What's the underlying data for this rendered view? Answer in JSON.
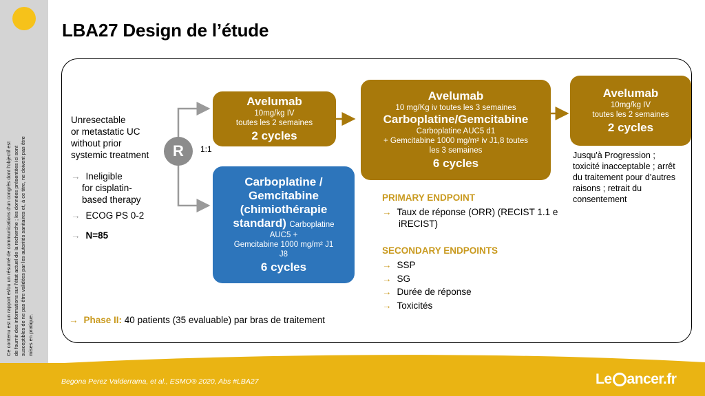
{
  "slide": {
    "title": "LBA27 Design de l’étude",
    "disclaimer": "Ce contenu est un rapport et/ou un résumé de communications d'un congrès dont l'objectif est de fournir des informations sur l'état actuel de la recherche ; les données présentées ici sont susceptibles de ne pas être validées par les autorités sanitaires et, à ce titre, ne doivent pas être mises en pratique."
  },
  "population": {
    "l1": "Unresectable",
    "l2": "or metastatic UC",
    "l3": "without prior",
    "l4": "systemic treatment",
    "ineligible_1": "Ineligible",
    "ineligible_2": "for cisplatin-",
    "ineligible_3": "based therapy",
    "ecog": "ECOG PS 0-2",
    "n": "N=85"
  },
  "randomization": {
    "label": "R",
    "ratio": "1:1"
  },
  "arm_a": {
    "title": "Avelumab",
    "dose": "10mg/kg IV",
    "schedule": "toutes les 2 semaines",
    "cycles": "2 cycles"
  },
  "arm_b": {
    "title_1": "Carboplatine /",
    "title_2": "Gemcitabine",
    "title_3": "(chimiothérapie",
    "title_4": "standard)",
    "detail_1": "Carboplatine",
    "detail_2": "AUC5 +",
    "detail_3": "Gemcitabine 1000 mg/m² J1",
    "detail_4": "J8",
    "cycles": "6 cycles"
  },
  "combo": {
    "title": "Avelumab",
    "dose": "10 mg/Kg iv toutes les 3 semaines",
    "title_2": "Carboplatine/Gemcitabine",
    "carbo": "Carboplatine AUC5 d1",
    "gem": "+ Gemcitabine 1000 mg/m² iv J1,8 toutes",
    "gem_2": "les 3 semaines",
    "cycles": "6 cycles"
  },
  "maintenance": {
    "title": "Avelumab",
    "dose": "10mg/kg IV",
    "schedule": "toutes les 2 semaines",
    "cycles": "2 cycles",
    "until_1": "Jusqu'à Progression ;",
    "until_2": "toxicité inacceptable ; arrêt",
    "until_3": "du traitement pour d'autres",
    "until_4": "raisons ; retrait du",
    "until_5": "consentement"
  },
  "endpoints": {
    "primary_heading": "PRIMARY ENDPOINT",
    "primary_1": "Taux de réponse (ORR) (RECIST 1.1 e",
    "primary_2": "iRECIST)",
    "secondary_heading": "SECONDARY ENDPOINTS",
    "secondary": [
      "SSP",
      "SG",
      "Durée de réponse",
      "Toxicités"
    ]
  },
  "phase": {
    "label": "Phase II:",
    "text": "40 patients (35 evaluable) par bras de traitement"
  },
  "footer": {
    "citation": "Begona Perez Valderrama, et al., ESMO® 2020, Abs #LBA27",
    "logo_left": "Le",
    "logo_right": "ancer.fr"
  },
  "colors": {
    "gold_box": "#a8790b",
    "blue_box": "#2d75bb",
    "accent_gold": "#c99a1f",
    "footer": "#eab413",
    "sidebar": "#d4d4d4"
  },
  "icons": {
    "bullet": "arrow-right-icon",
    "flow": "flow-arrow-icon",
    "decor": "yellow-dot-icon"
  }
}
